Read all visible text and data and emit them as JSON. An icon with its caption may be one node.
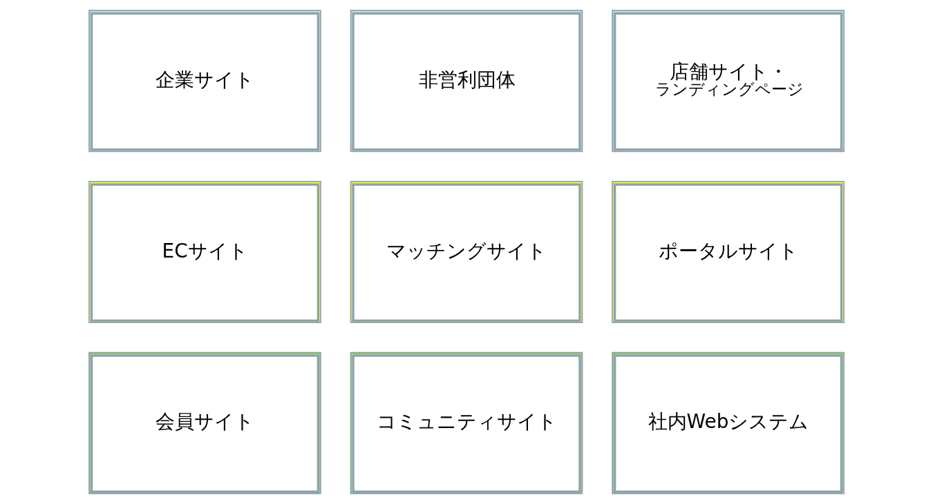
{
  "diagram": {
    "nodes": [
      {
        "text": [
          "企業サイト"
        ]
      },
      {
        "text": [
          "非営利団体"
        ]
      },
      {
        "text": [
          "店舗サイト・",
          "ランディングページ"
        ]
      },
      {
        "text": [
          "ECサイト"
        ]
      },
      {
        "text": [
          "マッチングサイト"
        ]
      },
      {
        "text": [
          "ポータルサイト"
        ]
      },
      {
        "text": [
          "会員サイト"
        ]
      },
      {
        "text": [
          "コミュニティサイト"
        ]
      },
      {
        "text": [
          "社内Webシステム"
        ]
      }
    ]
  }
}
